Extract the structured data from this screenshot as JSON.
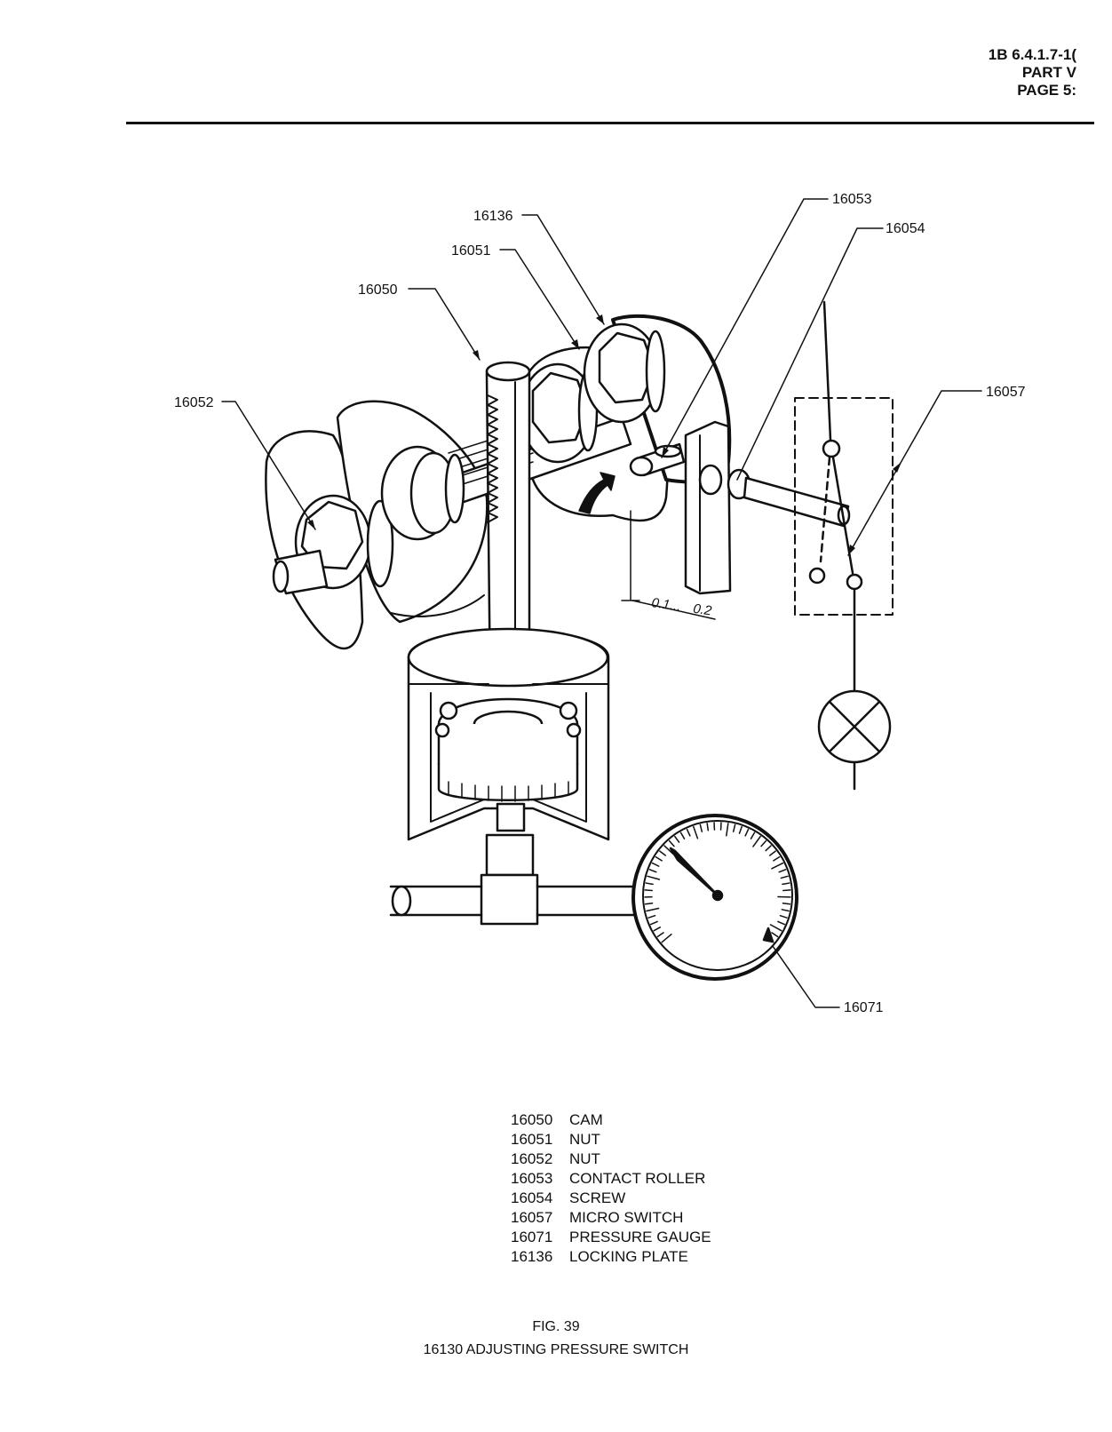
{
  "header": {
    "line1": "1B 6.4.1.7-1(",
    "line2": "PART V",
    "line3": "PAGE 5:"
  },
  "callouts": {
    "c16136": "16136",
    "c16051": "16051",
    "c16050": "16050",
    "c16052": "16052",
    "c16053": "16053",
    "c16054": "16054",
    "c16057": "16057",
    "c16071": "16071"
  },
  "dimension": {
    "from": "0.1",
    "sep": "...",
    "to": "0.2"
  },
  "legend": [
    {
      "code": "16050",
      "name": "CAM"
    },
    {
      "code": "16051",
      "name": "NUT"
    },
    {
      "code": "16052",
      "name": "NUT"
    },
    {
      "code": "16053",
      "name": "CONTACT ROLLER"
    },
    {
      "code": "16054",
      "name": "SCREW"
    },
    {
      "code": "16057",
      "name": "MICRO SWITCH"
    },
    {
      "code": "16071",
      "name": "PRESSURE GAUGE"
    },
    {
      "code": "16136",
      "name": "LOCKING PLATE"
    }
  ],
  "caption": {
    "fig": "FIG. 39",
    "title": "16130 ADJUSTING PRESSURE SWITCH"
  }
}
